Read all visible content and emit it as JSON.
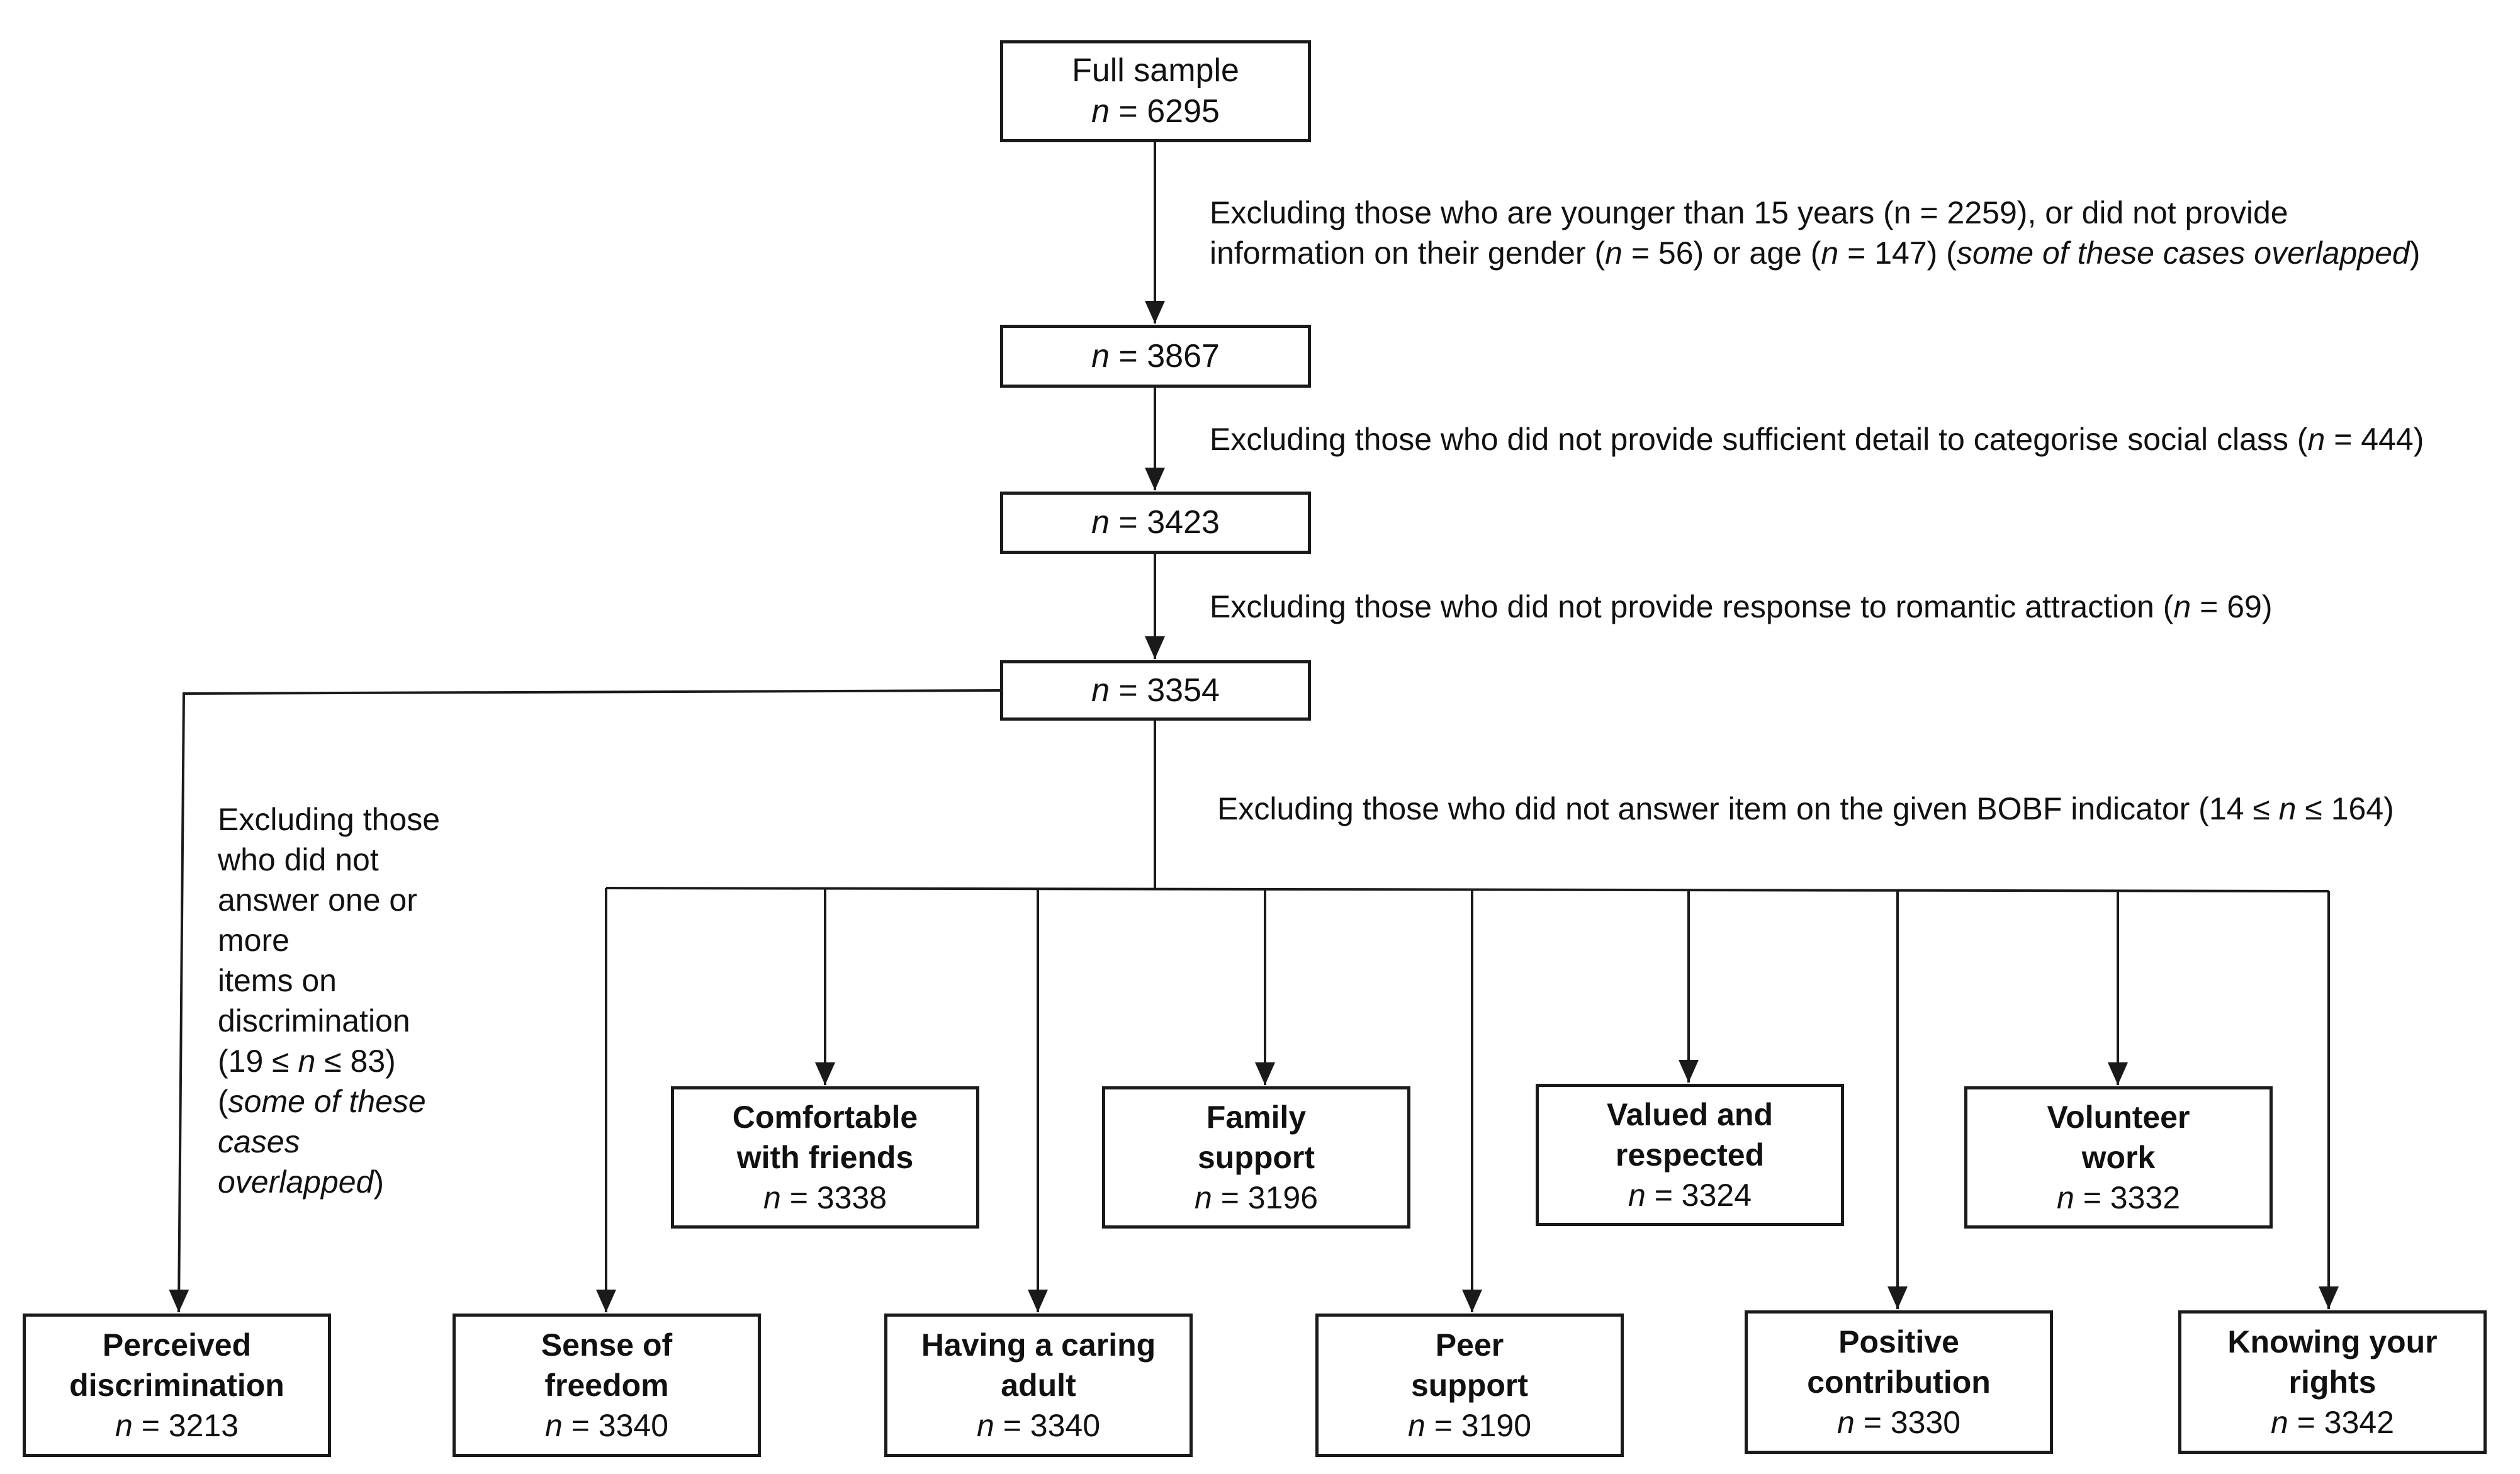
{
  "boxes": {
    "full": {
      "label": "Full sample",
      "n": "6295"
    },
    "b1": {
      "n": "3867"
    },
    "b2": {
      "n": "3423"
    },
    "b3": {
      "n": "3354"
    }
  },
  "notes": {
    "age_gender": {
      "line1": "Excluding those who are younger than 15 years (n = 2259), or did not provide",
      "line2_a": "information on their gender (",
      "line2_b": " = 56) or age (",
      "line2_c": " = 147) (",
      "line2_italic": "some of these cases overlapped",
      "line2_end": ")"
    },
    "social_class": {
      "text": "Excluding those who did not provide sufficient detail to categorise social class (",
      "value": " = 444)"
    },
    "romantic": {
      "text": "Excluding those who did not provide response to romantic attraction (",
      "value": " = 69)"
    },
    "bobf": {
      "text": "Excluding those who did not answer item on the given BOBF indicator (14 ≤ ",
      "value": " ≤ 164)"
    },
    "discrimination": {
      "l1": "Excluding those",
      "l2": "who did not",
      "l3": "answer one or",
      "l4": "more",
      "l5": "items on",
      "l6": "discrimination",
      "l7_a": "(19 ≤ ",
      "l7_b": " ≤ 83)",
      "l8_a": "(",
      "l8_italic": "some of these",
      "l9": "cases",
      "l10_italic": "overlapped",
      "l10_end": ")"
    }
  },
  "n_symbol": "n",
  "top_categories": [
    {
      "line1": "Comfortable",
      "line2": "with friends",
      "n": "3338"
    },
    {
      "line1": "Family",
      "line2": "support",
      "n": "3196"
    },
    {
      "line1": "Valued and",
      "line2": "respected",
      "n": "3324"
    },
    {
      "line1": "Volunteer",
      "line2": "work",
      "n": "3332"
    }
  ],
  "bottom_categories": [
    {
      "line1": "Perceived",
      "line2": "discrimination",
      "n": "3213"
    },
    {
      "line1": "Sense of",
      "line2": "freedom",
      "n": "3340"
    },
    {
      "line1": "Having a caring",
      "line2": "adult",
      "n": "3340"
    },
    {
      "line1": "Peer",
      "line2": "support",
      "n": "3190"
    },
    {
      "line1": "Positive",
      "line2": "contribution",
      "n": "3330"
    },
    {
      "line1": "Knowing your",
      "line2": "rights",
      "n": "3342"
    }
  ]
}
